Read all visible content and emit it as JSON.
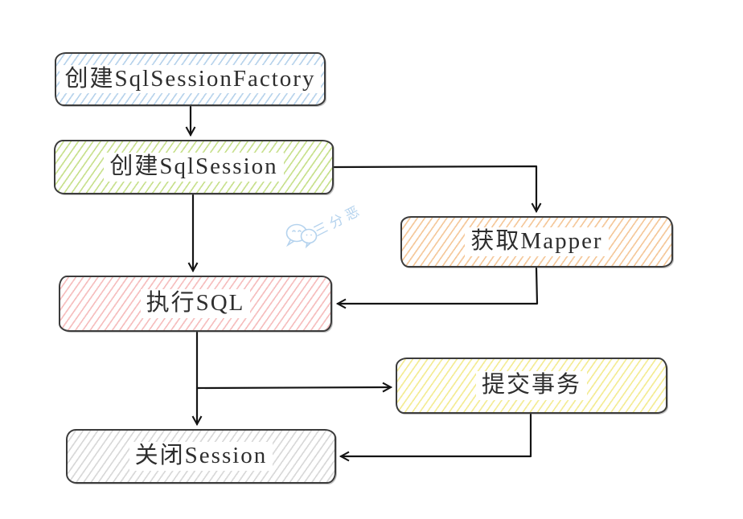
{
  "diagram": {
    "type": "flowchart",
    "nodes": [
      {
        "id": "create-sqlsessionfactory",
        "label": "创建SqlSessionFactory",
        "hatch_color": "#b9d4ec"
      },
      {
        "id": "create-sqlsession",
        "label": "创建SqlSession",
        "hatch_color": "#c9e18f"
      },
      {
        "id": "get-mapper",
        "label": "获取Mapper",
        "hatch_color": "#f5c99c"
      },
      {
        "id": "execute-sql",
        "label": "执行SQL",
        "hatch_color": "#f6bfbf"
      },
      {
        "id": "commit-transaction",
        "label": "提交事务",
        "hatch_color": "#f4ec96"
      },
      {
        "id": "close-session",
        "label": "关闭Session",
        "hatch_color": "#d9d9d9"
      }
    ],
    "edges": [
      {
        "from": "create-sqlsessionfactory",
        "to": "create-sqlsession"
      },
      {
        "from": "create-sqlsession",
        "to": "execute-sql"
      },
      {
        "from": "create-sqlsession",
        "to": "get-mapper"
      },
      {
        "from": "get-mapper",
        "to": "execute-sql"
      },
      {
        "from": "execute-sql",
        "to": "commit-transaction"
      },
      {
        "from": "execute-sql",
        "to": "close-session"
      },
      {
        "from": "commit-transaction",
        "to": "close-session"
      }
    ],
    "colors": {
      "border": "#3c3c3c",
      "arrow": "#141414",
      "text": "#2e2e2e",
      "watermark": "#b5d3ee"
    },
    "watermark": {
      "text": "三分恶",
      "icon": "wechat-icon"
    }
  }
}
